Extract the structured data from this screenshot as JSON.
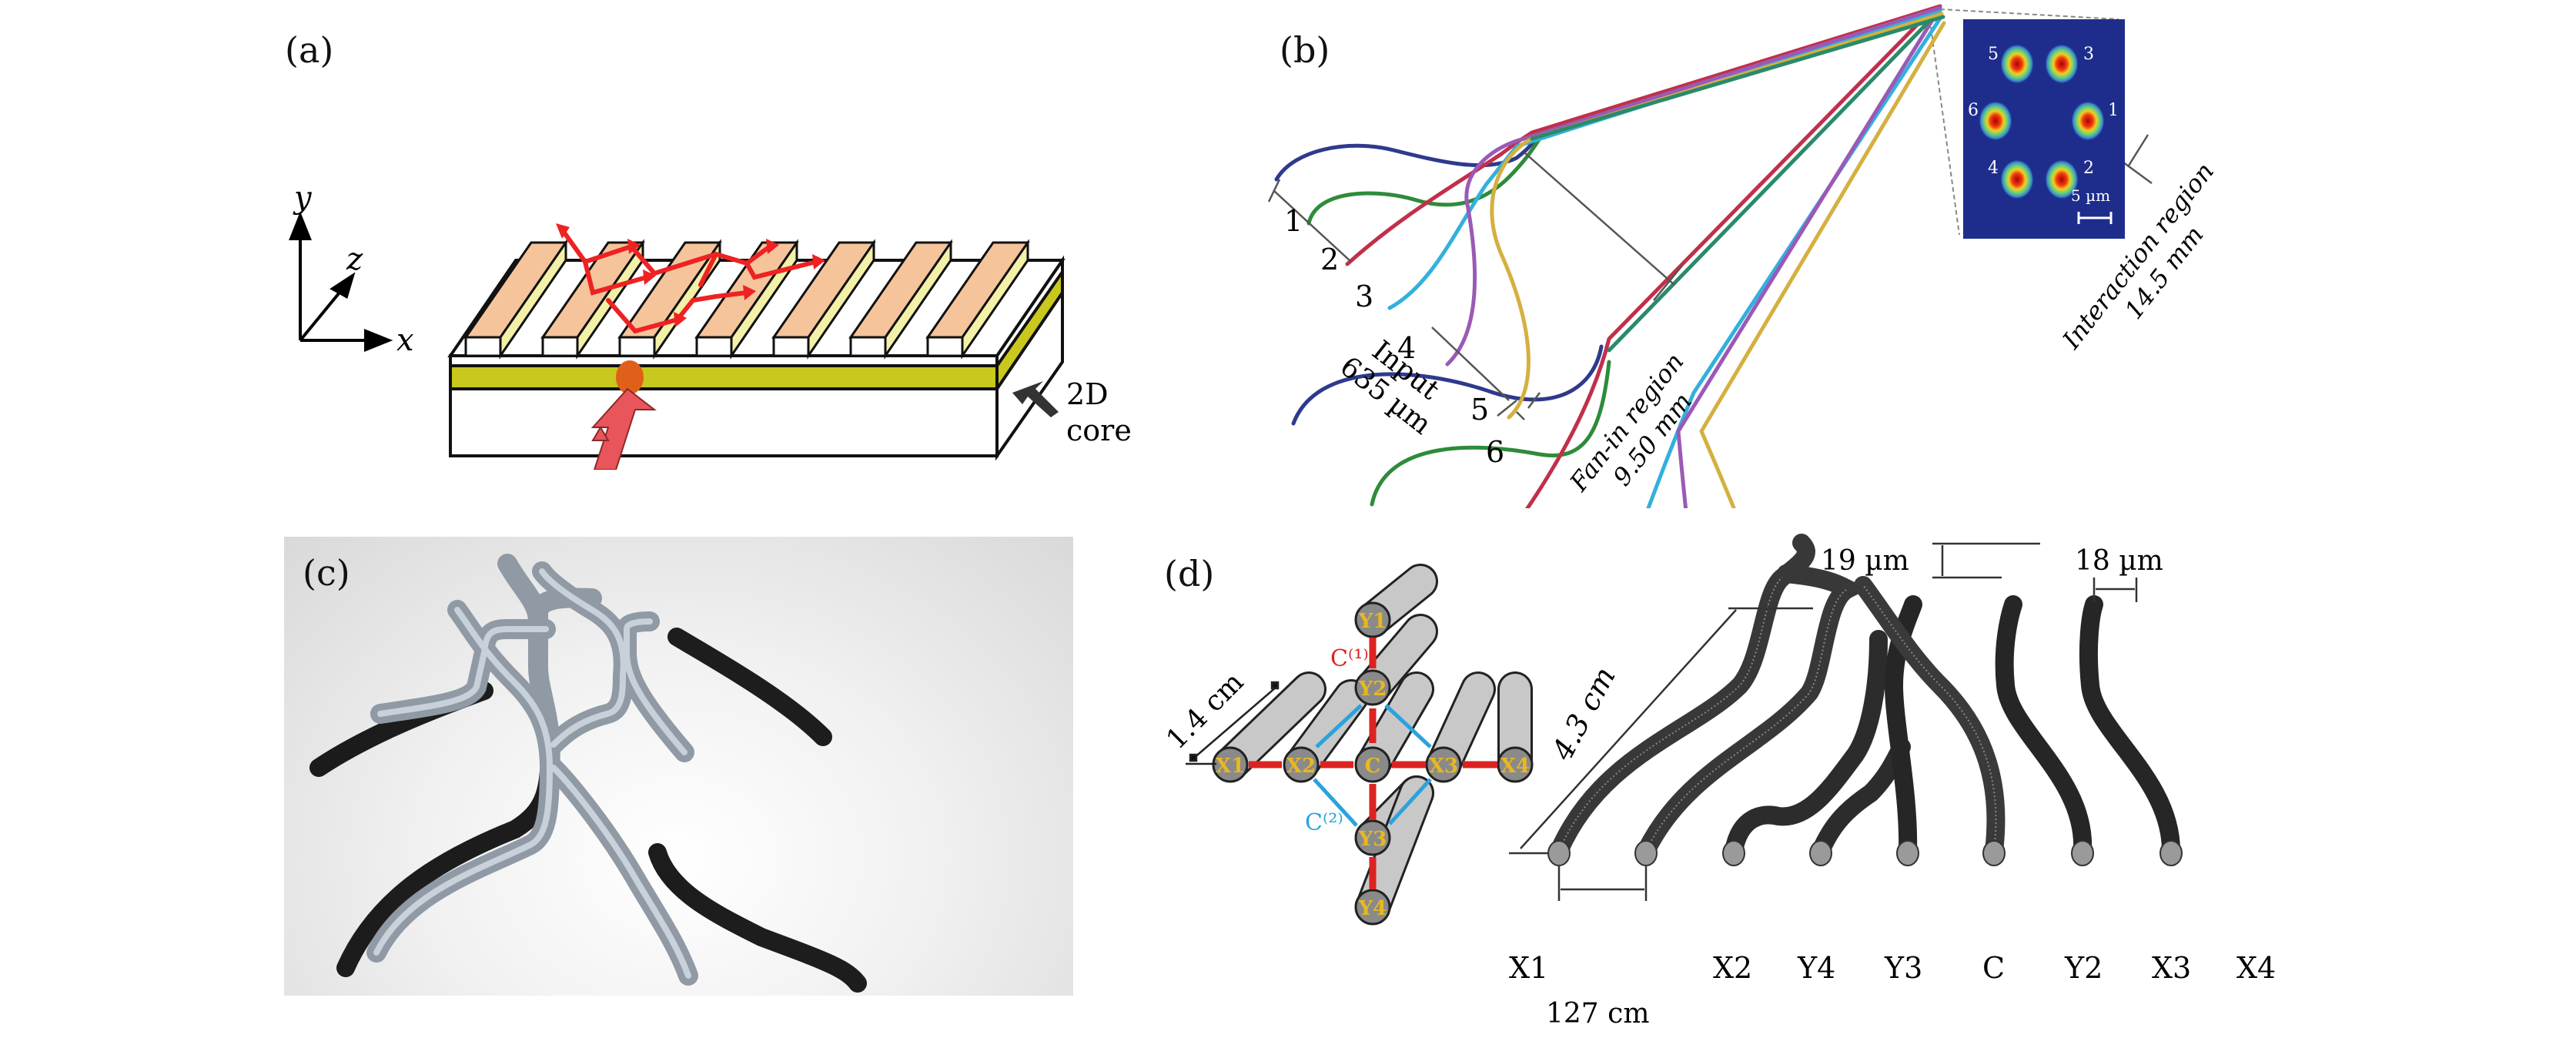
{
  "figure": {
    "panels": [
      {
        "id": "a",
        "label": "(a)",
        "axes": {
          "y": "y",
          "z": "z",
          "x": "x"
        },
        "annotation": "2D core",
        "annotation_lines": [
          "2D",
          "core"
        ],
        "grating_ridges": 7,
        "colors": {
          "ridge_top": "#f5c49b",
          "ridge_side": "#f3f0a8",
          "core": "#c8c81e",
          "beam": "#e8555a",
          "ray": "#ee2222"
        }
      },
      {
        "id": "b",
        "label": "(b)",
        "waveguides": [
          {
            "label": "1",
            "color": "#2e3a8c"
          },
          {
            "label": "2",
            "color": "#2e8b3a"
          },
          {
            "label": "3",
            "color": "#c0304a"
          },
          {
            "label": "4",
            "color": "#33b0dc"
          },
          {
            "label": "5",
            "color": "#9b59b6"
          },
          {
            "label": "6",
            "color": "#d4b040"
          }
        ],
        "input_label": [
          "Input",
          "635 µm"
        ],
        "fanin_label": [
          "Fan-in region",
          "9.50 mm"
        ],
        "interaction_label": [
          "Interaction region",
          "14.5 mm"
        ],
        "inset": {
          "background": "#1e2d8c",
          "modes": [
            "5",
            "3",
            "6",
            "1",
            "4",
            "2"
          ],
          "scale_bar": "5 µm"
        }
      },
      {
        "id": "c",
        "label": "(c)"
      },
      {
        "id": "d",
        "label": "(d)",
        "left_diagram": {
          "length_label": "1.4 cm",
          "nodes": [
            "Y1",
            "Y2",
            "X1",
            "X2",
            "C",
            "X3",
            "X4",
            "Y3",
            "Y4"
          ],
          "coupling_labels": {
            "nearest": "C⁽¹⁾",
            "diagonal": "C⁽²⁾"
          },
          "colors": {
            "nearest": "#dd2222",
            "diagonal": "#2aa3dc",
            "node_text": "#e8b820"
          }
        },
        "right_diagram": {
          "length_label": "4.3 cm",
          "pitch_label": "127 cm",
          "vertical_sep_label": "19 µm",
          "horizontal_sep_label": "18 µm",
          "outputs": [
            "X1",
            "X2",
            "Y4",
            "Y3",
            "C",
            "Y2",
            "X3",
            "X4"
          ]
        }
      }
    ]
  }
}
